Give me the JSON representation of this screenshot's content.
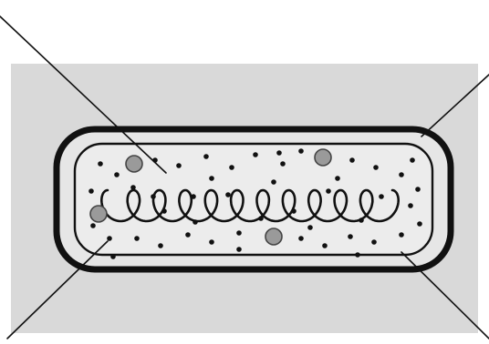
{
  "diagram": {
    "subject": "bacterium-cell",
    "background_color": "#d9d9d9",
    "outline_color": "#111111",
    "granule_color": "#9a9a9a",
    "cell_fill": "#e6e6e6",
    "inner_fill": "#ececec",
    "parts": [
      {
        "name": "cell-wall"
      },
      {
        "name": "cell-membrane"
      },
      {
        "name": "cytoplasm"
      },
      {
        "name": "dna-strand"
      },
      {
        "name": "ribosomes"
      },
      {
        "name": "storage-granules"
      }
    ],
    "label_lines": 4,
    "labels_printed": false
  }
}
